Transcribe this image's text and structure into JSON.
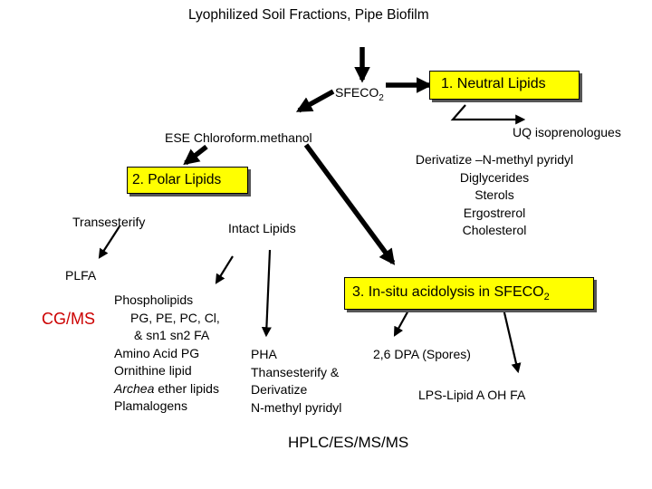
{
  "title": "Lyophilized Soil Fractions, Pipe Biofilm",
  "sfeco2": {
    "base": "SFECO",
    "sub": "2"
  },
  "neutral_lipids": "1.  Neutral Lipids",
  "uq": "UQ isoprenologues",
  "ese": "ESE Chloroform.methanol",
  "derivatize_lines": [
    "Derivatize –N-methyl pyridyl",
    "Diglycerides",
    "Sterols",
    "Ergostrerol",
    "Cholesterol"
  ],
  "polar_lipids": "2. Polar Lipids",
  "transesterify": "Transesterify",
  "intact_lipids": "Intact Lipids",
  "plfa": "PLFA",
  "cgms": "CG/MS",
  "insitu": {
    "base": "3. In-situ acidolysis  in SFECO",
    "sub": "2"
  },
  "phospholipids": {
    "line1": "Phospholipids",
    "line2": "PG, PE, PC, Cl,",
    "line3": "& sn1 sn2 FA",
    "line4": "Amino Acid PG",
    "line5": "Ornithine lipid",
    "line6_italic": "Archea",
    "line6_rest": " ether lipids",
    "line7": "Plamalogens"
  },
  "pha_lines": [
    "PHA",
    "Thansesterify &",
    "Derivatize",
    "N-methyl pyridyl"
  ],
  "dpa": "2,6 DPA (Spores)",
  "lps": "LPS-Lipid A OH FA",
  "hplc": "HPLC/ES/MS/MS",
  "colors": {
    "box_fill": "#ffff00",
    "cgms_red": "#cc0000",
    "arrow": "#000000"
  }
}
